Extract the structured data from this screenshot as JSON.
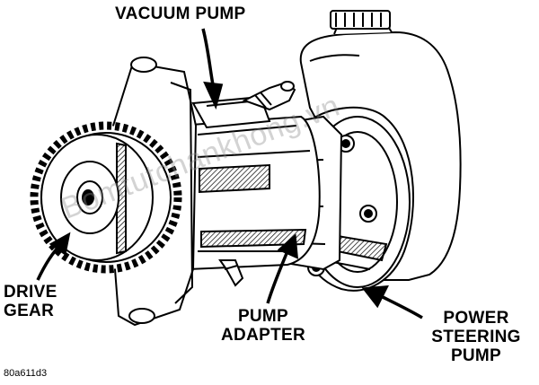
{
  "labels": {
    "vacuum_pump": "VACUUM PUMP",
    "drive_gear_line1": "DRIVE",
    "drive_gear_line2": "GEAR",
    "pump_adapter_line1": "PUMP",
    "pump_adapter_line2": "ADAPTER",
    "power_steering_line1": "POWER",
    "power_steering_line2": "STEERING",
    "power_steering_line3": "PUMP"
  },
  "figure_code": "80a611d3",
  "watermark": "Bomtutchankhong.vn"
}
